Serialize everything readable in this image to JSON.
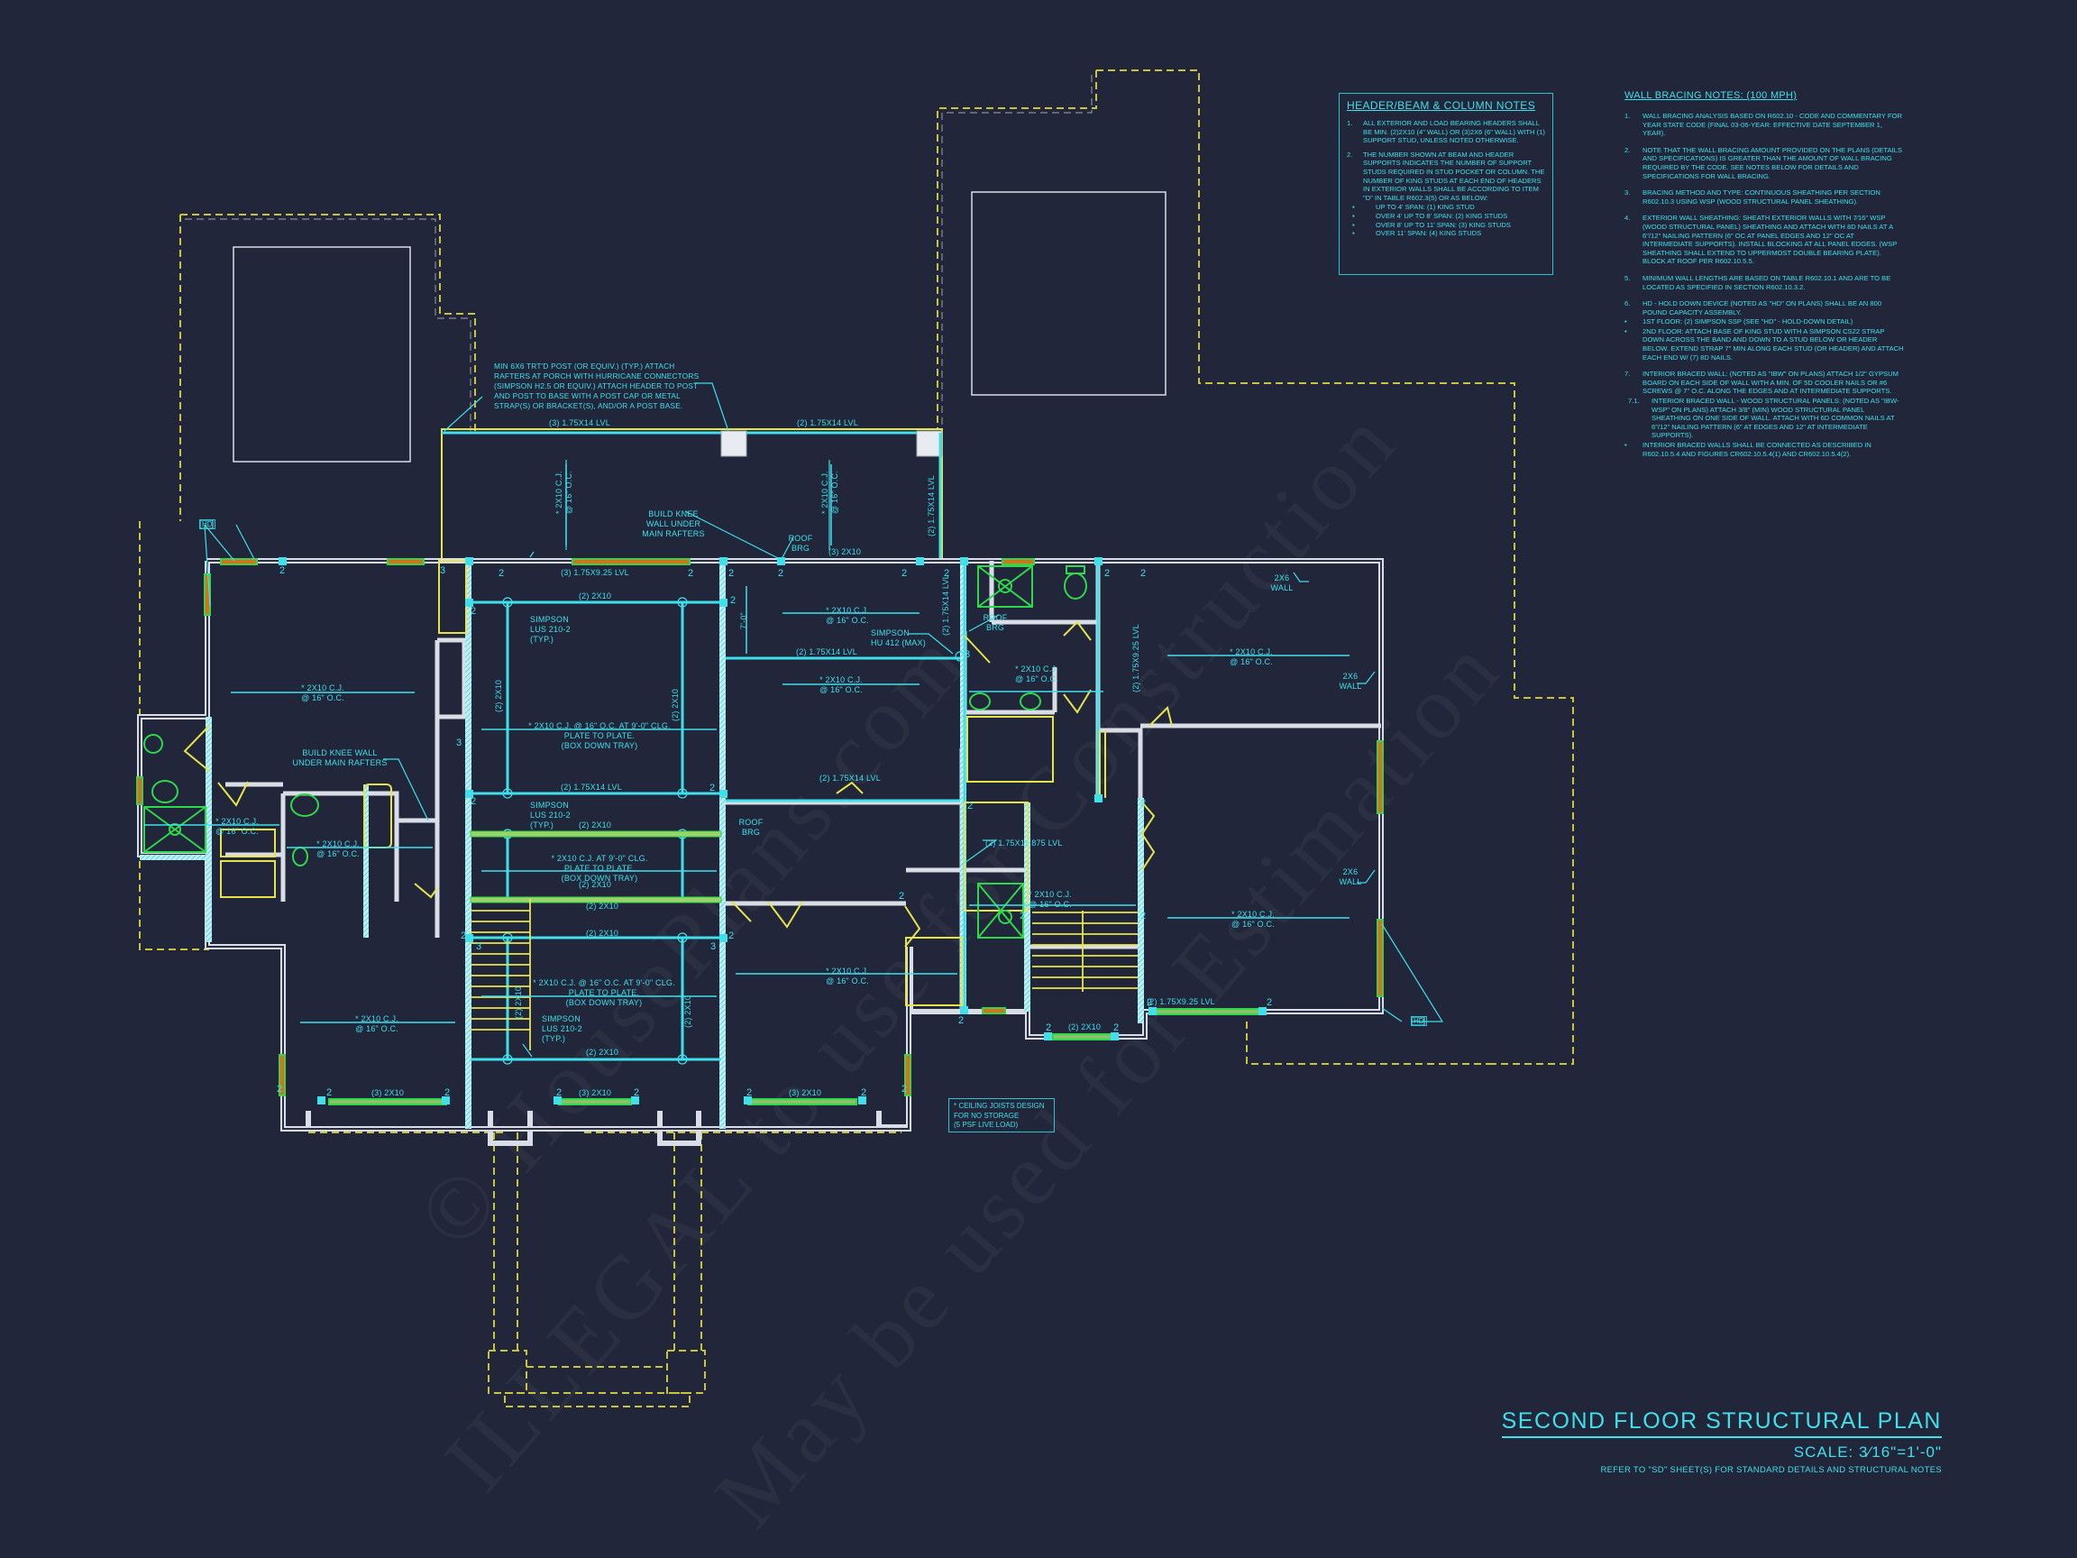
{
  "sheet": {
    "title": "SECOND FLOOR STRUCTURAL PLAN",
    "scale": "SCALE: 3⁄16\"=1'-0\"",
    "reference": "REFER TO \"SD\" SHEET(S) FOR STANDARD DETAILS AND STRUCTURAL NOTES",
    "colors": {
      "background": "#21263a",
      "annotation": "#3fe0ea",
      "wall": "#d9dde6",
      "header": "#e7e44a",
      "fixture": "#2ed84a",
      "window": "#e56b1a"
    }
  },
  "header_beam_notes": {
    "title": "HEADER/BEAM & COLUMN NOTES",
    "items": [
      {
        "num": "1.",
        "text": "ALL EXTERIOR AND LOAD BEARING HEADERS SHALL BE MIN. (2)2x10 (4\" WALL) OR (3)2x6 (6\" WALL) WITH (1) SUPPORT STUD, UNLESS NOTED OTHERWISE."
      },
      {
        "num": "2.",
        "text": "THE NUMBER SHOWN AT BEAM AND HEADER SUPPORTS INDICATES THE NUMBER OF SUPPORT STUDS REQUIRED IN STUD POCKET OR COLUMN. THE NUMBER OF KING STUDS AT EACH END OF HEADERS IN EXTERIOR WALLS SHALL BE ACCORDING TO ITEM \"d\" IN TABLE R602.3(5) OR AS BELOW:"
      }
    ],
    "sub_items": [
      "UP TO 4' SPAN: (1) KING STUD",
      "OVER 4' UP TO 8' SPAN: (2) KING STUDS",
      "OVER 8' UP TO 11' SPAN: (3) KING STUDS",
      "OVER 11' SPAN: (4) KING STUDS"
    ]
  },
  "wall_bracing_notes": {
    "title": "WALL BRACING NOTES: (100 MPH)",
    "items": [
      {
        "num": "1.",
        "text": "WALL BRACING ANALYSIS BASED ON R602.10 - CODE AND COMMENTARY FOR YEAR STATE CODE (FINAL 03-06-YEAR: EFFECTIVE DATE SEPTEMBER 1, YEAR)."
      },
      {
        "num": "2.",
        "text": "NOTE THAT THE WALL BRACING AMOUNT PROVIDED ON THE PLANS (DETAILS AND SPECIFICATIONS) IS GREATER THAN THE AMOUNT OF WALL BRACING REQUIRED BY THE CODE. SEE NOTES BELOW FOR DETAILS AND SPECIFICATIONS FOR WALL BRACING."
      },
      {
        "num": "3.",
        "text": "BRACING METHOD AND TYPE: CONTINUOUS SHEATHING PER SECTION R602.10.3 USING WSP (WOOD STRUCTURAL PANEL SHEATHING)."
      },
      {
        "num": "4.",
        "text": "EXTERIOR WALL SHEATHING: SHEATH EXTERIOR WALLS WITH 7⁄16\" WSP (WOOD STRUCTURAL PANEL) SHEATHING AND ATTACH WITH 8d NAILS AT A 6\"/12\" NAILING PATTERN (6\" OC AT PANEL EDGES AND 12\" OC AT INTERMEDIATE SUPPORTS). INSTALL BLOCKING AT ALL PANEL EDGES. (WSP SHEATHING SHALL EXTEND TO UPPERMOST DOUBLE BEARING PLATE). BLOCK AT ROOF PER R602.10.5.5."
      },
      {
        "num": "5.",
        "text": "MINIMUM WALL LENGTHS ARE BASED ON TABLE R602.10.1 AND ARE TO BE LOCATED AS SPECIFIED IN SECTION R602.10.3.2."
      },
      {
        "num": "6.",
        "text": "HD - HOLD DOWN DEVICE (NOTED AS \"HD\" ON PLANS) SHALL BE AN 800 POUND CAPACITY ASSEMBLY."
      },
      {
        "num": "•",
        "text": "1ST FLOOR: (2) SIMPSON SSP (SEE \"HD\" - HOLD-DOWN DETAIL)"
      },
      {
        "num": "•",
        "text": "2ND FLOOR: ATTACH BASE OF KING STUD WITH A SIMPSON CS22 STRAP DOWN ACROSS THE BAND AND DOWN TO A STUD BELOW OR HEADER BELOW. EXTEND STRAP 7\" MIN ALONG EACH STUD (OR HEADER) AND ATTACH EACH END W/ (7) 8d NAILS."
      },
      {
        "num": "7.",
        "text": "INTERIOR BRACED WALL: (NOTED AS \"IBW\" ON PLANS) ATTACH 1/2\" GYPSUM BOARD ON EACH SIDE OF WALL WITH A MIN. OF 5d COOLER NAILS OR #6 SCREWS @ 7\" O.C. ALONG THE EDGES AND AT INTERMEDIATE SUPPORTS."
      },
      {
        "num": "7.1.",
        "text": "INTERIOR BRACED WALL - WOOD STRUCTURAL PANELS: (NOTED AS \"IBW-WSP\" ON PLANS) ATTACH 3/8\" (MIN) WOOD STRUCTURAL PANEL SHEATHING ON ONE SIDE OF WALL. ATTACH WITH 6d COMMON NAILS AT 6\"/12\" NAILING PATTERN (6\" AT EDGES AND 12\" AT INTERMEDIATE SUPPORTS)."
      },
      {
        "num": "•",
        "text": "INTERIOR BRACED WALLS SHALL BE CONNECTED AS DESCRIBED IN R602.10.5.4 AND FIGURES CR602.10.5.4(1) AND CR602.10.5.4(2)."
      }
    ]
  },
  "ceiling_joist_note": "* CEILING JOISTS DESIGN\nFOR NO STORAGE\n(5 PSF LIVE LOAD)",
  "callouts": {
    "porch_post": "MIN 6x6 TRT'D POST (OR EQUIV.) (TYP.) ATTACH\nRAFTERS AT PORCH WITH HURRICANE CONNECTORS\n(SIMPSON H2.5 OR EQUIV.) ATTACH HEADER TO POST\nAND POST TO BASE WITH A POST CAP OR METAL\nSTRAP(S) OR BRACKET(S), AND/OR A POST BASE.",
    "knee_wall_1": "BUILD KNEE\nWALL UNDER\nMAIN RAFTERS",
    "knee_wall_2": "BUILD KNEE WALL\nUNDER MAIN RAFTERS",
    "roof_brg": "ROOF\nBRG",
    "simpson_lus": "SIMPSON\nLUS 210-2\n(TYP.)",
    "simpson_hu": "SIMPSON\nHU 412 (MAX)",
    "wall_2x6": "2x6\nWALL",
    "hd": "HD"
  },
  "beams": {
    "porch_left": "(3) 1.75x14 LVL",
    "porch_right": "(2) 1.75x14 LVL",
    "porch_side": "(2) 1.75x14 LVL",
    "main_header": "(3) 1.75x9.25 LVL",
    "header_3_2x10": "(3) 2x10",
    "beam_2_2x10": "(2) 2x10",
    "lvl_2_175x14": "(2) 1.75x14 LVL",
    "lvl_2_175x925": "(2) 1.75x9.25 LVL",
    "lvl_2_175x11875": "(2) 1.75x11.875 LVL",
    "dim_7_0": "7'-0\""
  },
  "joists": {
    "cj": "* 2x10 C.J.\n@ 16\" O.C.",
    "tray_1": "* 2x10 C.J. @ 16\" O.C. AT 9'-0\" CLG.\nPLATE TO PLATE.\n(BOX DOWN TRAY)",
    "tray_2": "* 2x10 C.J. AT 9'-0\" CLG.\nPLATE TO PLATE.\n(BOX DOWN TRAY)"
  },
  "stud_counts": [
    "2",
    "3"
  ],
  "watermark": [
    "ILLEGAL to use for Construction",
    "May be used for Estimation",
    "© HousePlans.com"
  ]
}
